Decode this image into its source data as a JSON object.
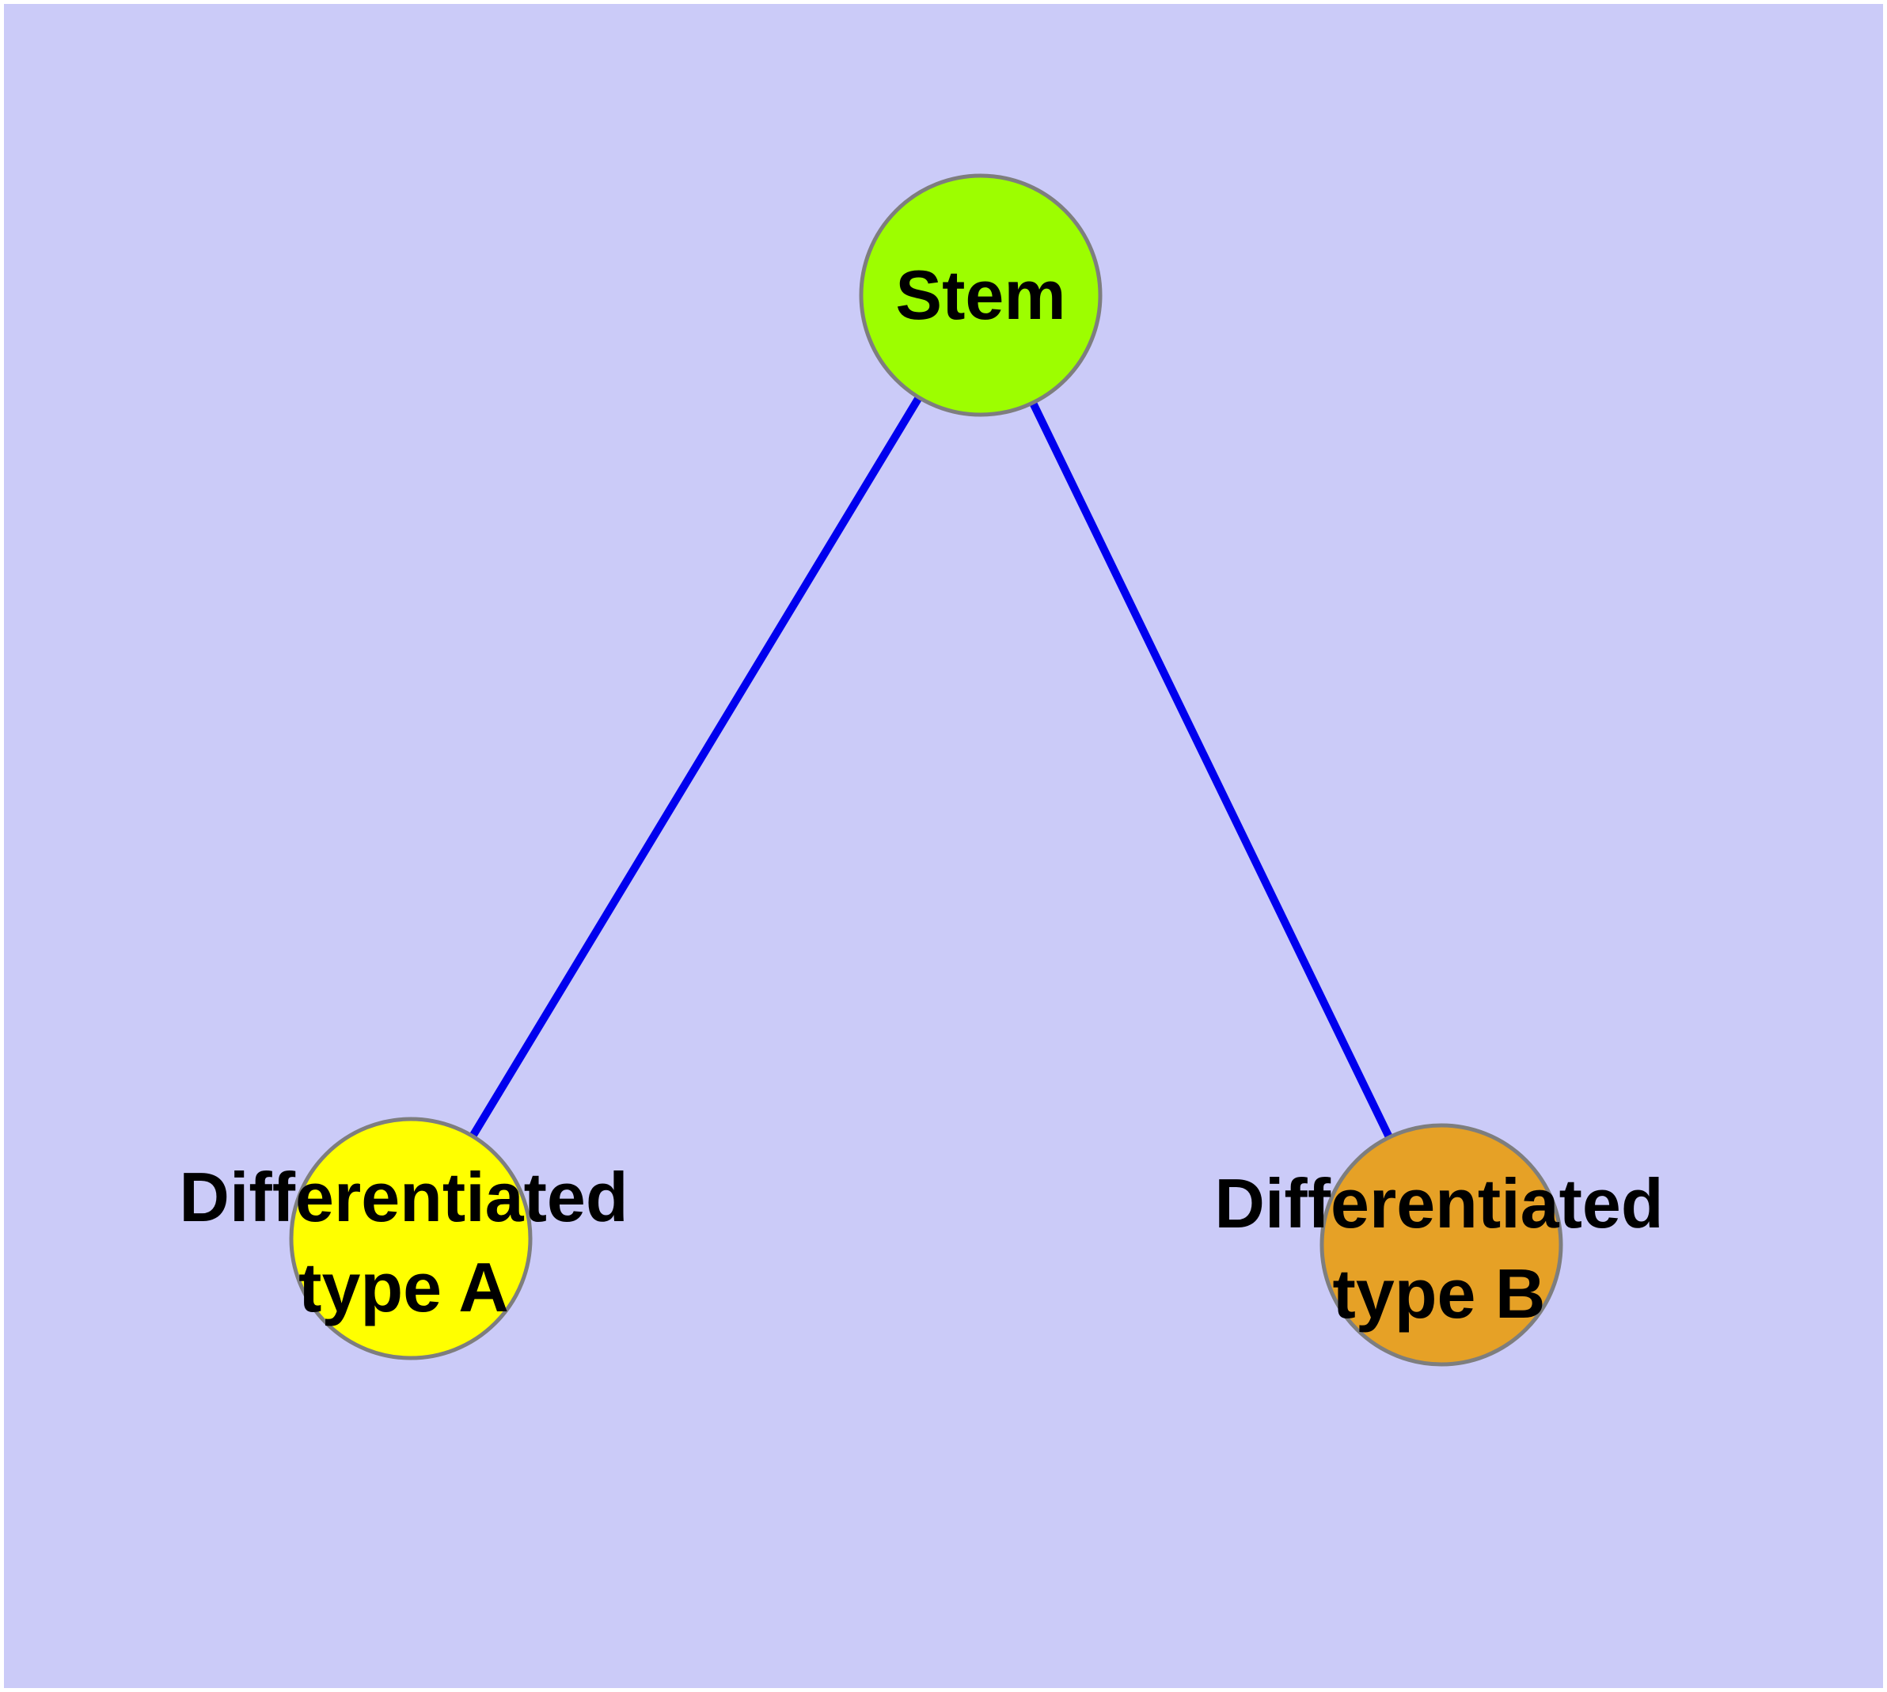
{
  "diagram": {
    "background_color": "#CBCBF8",
    "page_border_color": "#FFFFFF",
    "edge_color": "#0000EE",
    "node_border_color": "#7E7E7E",
    "text_color": "#000000",
    "nodes": [
      {
        "id": "stem",
        "label": "Stem",
        "lines": [
          "Stem"
        ],
        "fill": "#9DFE00"
      },
      {
        "id": "differentiated-type-a",
        "label": "Differentiated type A",
        "lines": [
          "Differentiated",
          "type A"
        ],
        "fill": "#FFFF00"
      },
      {
        "id": "differentiated-type-b",
        "label": "Differentiated type B",
        "lines": [
          "Differentiated",
          "type B"
        ],
        "fill": "#E6A126"
      }
    ],
    "edges": [
      {
        "from": "stem",
        "to": "differentiated-type-a"
      },
      {
        "from": "stem",
        "to": "differentiated-type-b"
      }
    ]
  }
}
